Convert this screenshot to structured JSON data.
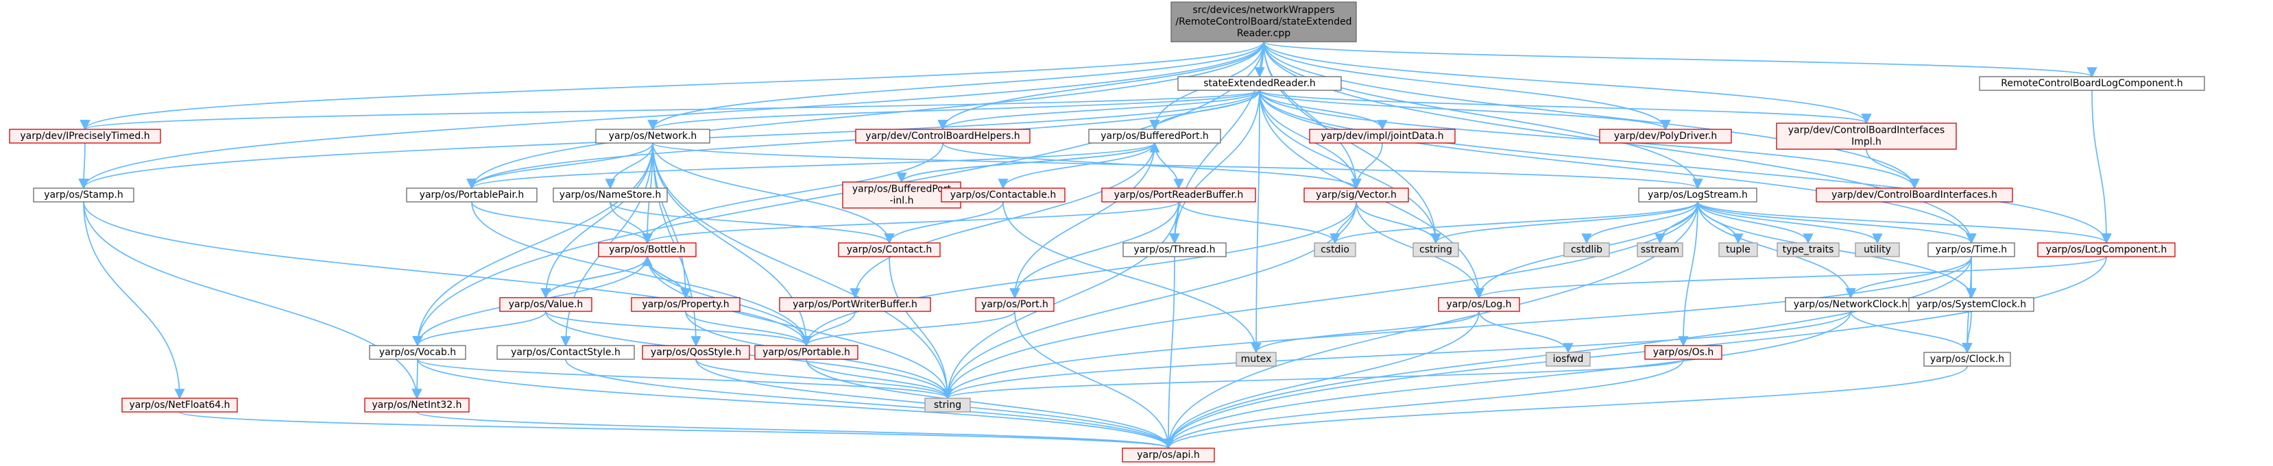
{
  "nodes": [
    {
      "id": "root",
      "label": "src/devices/networkWrappers\n/RemoteControlBoard/stateExtended\nReader.cpp",
      "style": "root"
    },
    {
      "id": "ser",
      "label": "stateExtendedReader.h",
      "style": "black"
    },
    {
      "id": "rcblog",
      "label": "RemoteControlBoardLogComponent.h",
      "style": "black"
    },
    {
      "id": "ipt",
      "label": "yarp/dev/IPreciselyTimed.h",
      "style": "red"
    },
    {
      "id": "network",
      "label": "yarp/os/Network.h",
      "style": "black"
    },
    {
      "id": "cbhelpers",
      "label": "yarp/dev/ControlBoardHelpers.h",
      "style": "red"
    },
    {
      "id": "bufport",
      "label": "yarp/os/BufferedPort.h",
      "style": "black"
    },
    {
      "id": "jointdata",
      "label": "yarp/dev/impl/jointData.h",
      "style": "red"
    },
    {
      "id": "polydriver",
      "label": "yarp/dev/PolyDriver.h",
      "style": "red"
    },
    {
      "id": "cbiimpl",
      "label": "yarp/dev/ControlBoardInterfaces\nImpl.h",
      "style": "red"
    },
    {
      "id": "stamp",
      "label": "yarp/os/Stamp.h",
      "style": "black"
    },
    {
      "id": "portpair",
      "label": "yarp/os/PortablePair.h",
      "style": "black"
    },
    {
      "id": "namestore",
      "label": "yarp/os/NameStore.h",
      "style": "black"
    },
    {
      "id": "bufinl",
      "label": "yarp/os/BufferedPort\n-inl.h",
      "style": "red"
    },
    {
      "id": "contactable",
      "label": "yarp/os/Contactable.h",
      "style": "red"
    },
    {
      "id": "prbuffer",
      "label": "yarp/os/PortReaderBuffer.h",
      "style": "red"
    },
    {
      "id": "vector",
      "label": "yarp/sig/Vector.h",
      "style": "red"
    },
    {
      "id": "logstream",
      "label": "yarp/os/LogStream.h",
      "style": "black"
    },
    {
      "id": "cbi",
      "label": "yarp/dev/ControlBoardInterfaces.h",
      "style": "red"
    },
    {
      "id": "bottle",
      "label": "yarp/os/Bottle.h",
      "style": "red"
    },
    {
      "id": "contact",
      "label": "yarp/os/Contact.h",
      "style": "red"
    },
    {
      "id": "thread",
      "label": "yarp/os/Thread.h",
      "style": "black"
    },
    {
      "id": "cstdio",
      "label": "cstdio",
      "style": "gray"
    },
    {
      "id": "cstring",
      "label": "cstring",
      "style": "gray"
    },
    {
      "id": "cstdlib",
      "label": "cstdlib",
      "style": "gray"
    },
    {
      "id": "sstream",
      "label": "sstream",
      "style": "gray"
    },
    {
      "id": "tuple",
      "label": "tuple",
      "style": "gray"
    },
    {
      "id": "typetraits",
      "label": "type_traits",
      "style": "gray"
    },
    {
      "id": "utility",
      "label": "utility",
      "style": "gray"
    },
    {
      "id": "time",
      "label": "yarp/os/Time.h",
      "style": "black"
    },
    {
      "id": "logcomp",
      "label": "yarp/os/LogComponent.h",
      "style": "red"
    },
    {
      "id": "value",
      "label": "yarp/os/Value.h",
      "style": "red"
    },
    {
      "id": "property",
      "label": "yarp/os/Property.h",
      "style": "red"
    },
    {
      "id": "pwbuffer",
      "label": "yarp/os/PortWriterBuffer.h",
      "style": "red"
    },
    {
      "id": "port",
      "label": "yarp/os/Port.h",
      "style": "red"
    },
    {
      "id": "log",
      "label": "yarp/os/Log.h",
      "style": "red"
    },
    {
      "id": "netclock",
      "label": "yarp/os/NetworkClock.h",
      "style": "black"
    },
    {
      "id": "sysclock",
      "label": "yarp/os/SystemClock.h",
      "style": "black"
    },
    {
      "id": "mutex",
      "label": "mutex",
      "style": "gray"
    },
    {
      "id": "iosfwd",
      "label": "iosfwd",
      "style": "gray"
    },
    {
      "id": "vocab",
      "label": "yarp/os/Vocab.h",
      "style": "black"
    },
    {
      "id": "contactstyle",
      "label": "yarp/os/ContactStyle.h",
      "style": "black"
    },
    {
      "id": "qosstyle",
      "label": "yarp/os/QosStyle.h",
      "style": "red"
    },
    {
      "id": "portable",
      "label": "yarp/os/Portable.h",
      "style": "red"
    },
    {
      "id": "os",
      "label": "yarp/os/Os.h",
      "style": "red"
    },
    {
      "id": "clock",
      "label": "yarp/os/Clock.h",
      "style": "black"
    },
    {
      "id": "string",
      "label": "string",
      "style": "gray"
    },
    {
      "id": "netfloat",
      "label": "yarp/os/NetFloat64.h",
      "style": "red"
    },
    {
      "id": "netint",
      "label": "yarp/os/NetInt32.h",
      "style": "red"
    },
    {
      "id": "api",
      "label": "yarp/os/api.h",
      "style": "red"
    }
  ],
  "edges": [
    [
      "root",
      "ser"
    ],
    [
      "root",
      "rcblog"
    ],
    [
      "root",
      "ipt"
    ],
    [
      "root",
      "network"
    ],
    [
      "root",
      "cbhelpers"
    ],
    [
      "root",
      "bufport"
    ],
    [
      "root",
      "polydriver"
    ],
    [
      "root",
      "cbiimpl"
    ],
    [
      "root",
      "cbi"
    ],
    [
      "root",
      "stamp"
    ],
    [
      "root",
      "portpair"
    ],
    [
      "root",
      "vector"
    ],
    [
      "root",
      "logstream"
    ],
    [
      "root",
      "thread"
    ],
    [
      "root",
      "time"
    ],
    [
      "root",
      "vocab"
    ],
    [
      "root",
      "cstring"
    ],
    [
      "ser",
      "ipt"
    ],
    [
      "ser",
      "network"
    ],
    [
      "ser",
      "cbhelpers"
    ],
    [
      "ser",
      "bufport"
    ],
    [
      "ser",
      "jointdata"
    ],
    [
      "ser",
      "polydriver"
    ],
    [
      "ser",
      "cbiimpl"
    ],
    [
      "ser",
      "cbi"
    ],
    [
      "ser",
      "stamp"
    ],
    [
      "ser",
      "vector"
    ],
    [
      "ser",
      "cstring"
    ],
    [
      "ser",
      "mutex"
    ],
    [
      "ser",
      "thread"
    ],
    [
      "ser",
      "log"
    ],
    [
      "ser",
      "time"
    ],
    [
      "ser",
      "logcomp"
    ],
    [
      "ser",
      "portpair"
    ],
    [
      "rcblog",
      "logcomp"
    ],
    [
      "ipt",
      "stamp"
    ],
    [
      "network",
      "portpair"
    ],
    [
      "network",
      "namestore"
    ],
    [
      "network",
      "contact"
    ],
    [
      "network",
      "bottle"
    ],
    [
      "network",
      "value"
    ],
    [
      "network",
      "property"
    ],
    [
      "network",
      "vocab"
    ],
    [
      "network",
      "contactstyle"
    ],
    [
      "network",
      "qosstyle"
    ],
    [
      "network",
      "portable"
    ],
    [
      "network",
      "string"
    ],
    [
      "network",
      "logstream"
    ],
    [
      "cbhelpers",
      "bottle"
    ],
    [
      "cbhelpers",
      "vector"
    ],
    [
      "bufport",
      "bufinl"
    ],
    [
      "bufport",
      "contactable"
    ],
    [
      "bufport",
      "prbuffer"
    ],
    [
      "bufport",
      "pwbuffer"
    ],
    [
      "bufport",
      "port"
    ],
    [
      "bufport",
      "portpair"
    ],
    [
      "bufinl",
      "bufport"
    ],
    [
      "jointdata",
      "vector"
    ],
    [
      "cbiimpl",
      "cbi"
    ],
    [
      "stamp",
      "netint"
    ],
    [
      "stamp",
      "netfloat"
    ],
    [
      "stamp",
      "portable"
    ],
    [
      "portpair",
      "bottle"
    ],
    [
      "portpair",
      "portable"
    ],
    [
      "namestore",
      "contact"
    ],
    [
      "namestore",
      "bottle"
    ],
    [
      "contactable",
      "contact"
    ],
    [
      "contactable",
      "mutex"
    ],
    [
      "prbuffer",
      "bottle"
    ],
    [
      "prbuffer",
      "thread"
    ],
    [
      "prbuffer",
      "port"
    ],
    [
      "prbuffer",
      "cstdio"
    ],
    [
      "prbuffer",
      "string"
    ],
    [
      "vector",
      "cstring"
    ],
    [
      "vector",
      "cstdio"
    ],
    [
      "vector",
      "log"
    ],
    [
      "vector",
      "portable"
    ],
    [
      "vector",
      "string"
    ],
    [
      "logstream",
      "cstdio"
    ],
    [
      "logstream",
      "cstring"
    ],
    [
      "logstream",
      "cstdlib"
    ],
    [
      "logstream",
      "sstream"
    ],
    [
      "logstream",
      "tuple"
    ],
    [
      "logstream",
      "typetraits"
    ],
    [
      "logstream",
      "utility"
    ],
    [
      "logstream",
      "time"
    ],
    [
      "logstream",
      "logcomp"
    ],
    [
      "logstream",
      "log"
    ],
    [
      "logstream",
      "os"
    ],
    [
      "logstream",
      "string"
    ],
    [
      "logstream",
      "api"
    ],
    [
      "logstream",
      "sysclock"
    ],
    [
      "logstream",
      "netclock"
    ],
    [
      "bottle",
      "value"
    ],
    [
      "bottle",
      "property"
    ],
    [
      "bottle",
      "portable"
    ],
    [
      "bottle",
      "vocab"
    ],
    [
      "bottle",
      "string"
    ],
    [
      "contact",
      "string"
    ],
    [
      "thread",
      "api"
    ],
    [
      "time",
      "netclock"
    ],
    [
      "time",
      "sysclock"
    ],
    [
      "time",
      "clock"
    ],
    [
      "time",
      "api"
    ],
    [
      "time",
      "string"
    ],
    [
      "logcomp",
      "log"
    ],
    [
      "logcomp",
      "api"
    ],
    [
      "value",
      "bottle"
    ],
    [
      "value",
      "vocab"
    ],
    [
      "value",
      "portable"
    ],
    [
      "value",
      "string"
    ],
    [
      "property",
      "bottle"
    ],
    [
      "property",
      "portable"
    ],
    [
      "property",
      "string"
    ],
    [
      "pwbuffer",
      "portable"
    ],
    [
      "port",
      "portable"
    ],
    [
      "port",
      "api"
    ],
    [
      "log",
      "mutex"
    ],
    [
      "log",
      "iosfwd"
    ],
    [
      "log",
      "api"
    ],
    [
      "netclock",
      "clock"
    ],
    [
      "netclock",
      "string"
    ],
    [
      "netclock",
      "api"
    ],
    [
      "sysclock",
      "clock"
    ],
    [
      "vocab",
      "string"
    ],
    [
      "vocab",
      "netint"
    ],
    [
      "vocab",
      "api"
    ],
    [
      "contactstyle",
      "api"
    ],
    [
      "qosstyle",
      "string"
    ],
    [
      "qosstyle",
      "api"
    ],
    [
      "portable",
      "api"
    ],
    [
      "portable",
      "string"
    ],
    [
      "os",
      "string"
    ],
    [
      "os",
      "api"
    ],
    [
      "clock",
      "api"
    ],
    [
      "netfloat",
      "api"
    ],
    [
      "netint",
      "api"
    ]
  ]
}
